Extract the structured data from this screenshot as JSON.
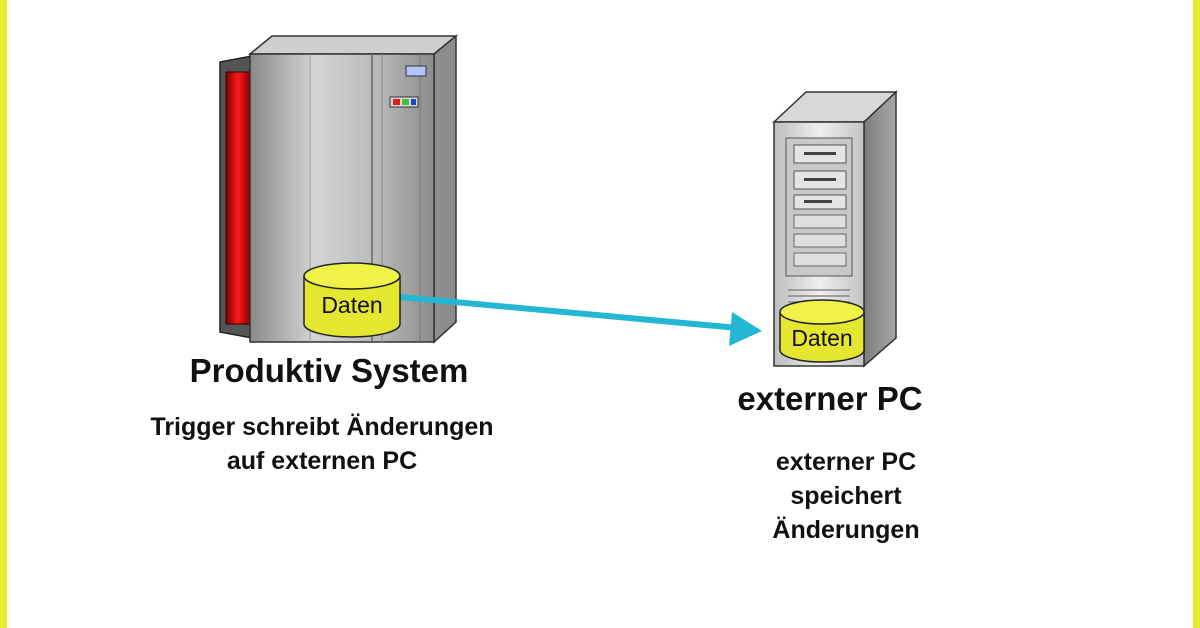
{
  "colors": {
    "frame": "#e6ee2a",
    "arrow": "#23b7d3",
    "database": "#e4e630",
    "mainframe_red": "#e01010"
  },
  "icons": {
    "mainframe": "mainframe-server-icon",
    "tower": "tower-pc-icon",
    "database": "database-cylinder-icon"
  },
  "nodes": {
    "production": {
      "db_label": "Daten",
      "title": "Produktiv System",
      "description": [
        "Trigger schreibt Änderungen",
        "auf externen PC"
      ]
    },
    "external": {
      "db_label": "Daten",
      "title": "externer PC",
      "description": [
        "externer PC",
        "speichert",
        "Änderungen"
      ]
    }
  }
}
